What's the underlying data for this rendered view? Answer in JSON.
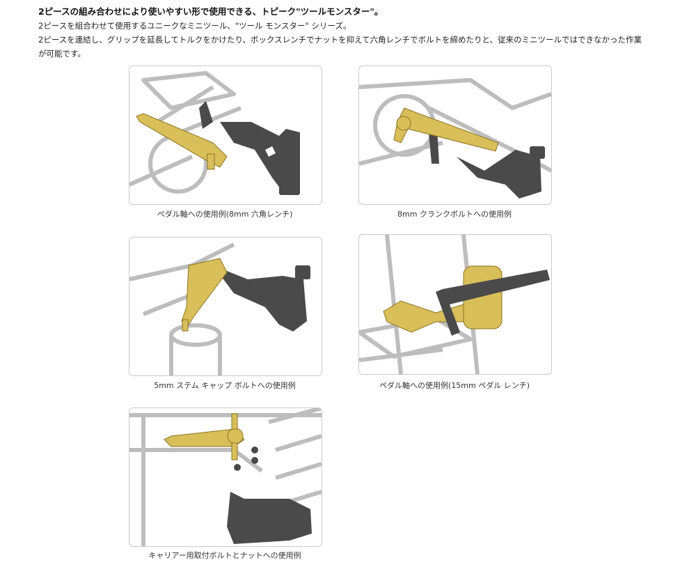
{
  "intro": {
    "heading": "2ピースの組み合わせにより使いやすい形で使用できる、トピーク\"ツールモンスター\"。",
    "line1": "2ピースを組合わせて使用するユニークなミニツール、\"ツール モンスター\" シリーズ。",
    "line2": "2ピースを連結し、グリップを延長してトルクをかけたり、ボックスレンチでナットを抑えて六角レンチでボルトを締めたりと、従来のミニツールではできなかった作業",
    "line3": "が可能です。"
  },
  "figures": [
    {
      "caption": "ペダル軸への使用例(8mm 六角レンチ)",
      "illustration": "pedal-axle-hex-illustration"
    },
    {
      "caption": "8mm クランクボルトへの使用例",
      "illustration": "crank-bolt-illustration"
    },
    {
      "caption": "5mm ステム キャップ ボルトへの使用例",
      "illustration": "stem-cap-bolt-illustration"
    },
    {
      "caption": "ペダル軸への使用例(15mm ペダル レンチ)",
      "illustration": "pedal-wrench-illustration"
    },
    {
      "caption": "キャリアー用取付ボルトとナットへの使用例",
      "illustration": "carrier-bolt-illustration"
    }
  ],
  "colors": {
    "tool_gold": "#d9bf5a",
    "tool_dark": "#4a4a4a",
    "frame_border": "#c9c9c9",
    "bike_line": "#bdbdbd"
  }
}
